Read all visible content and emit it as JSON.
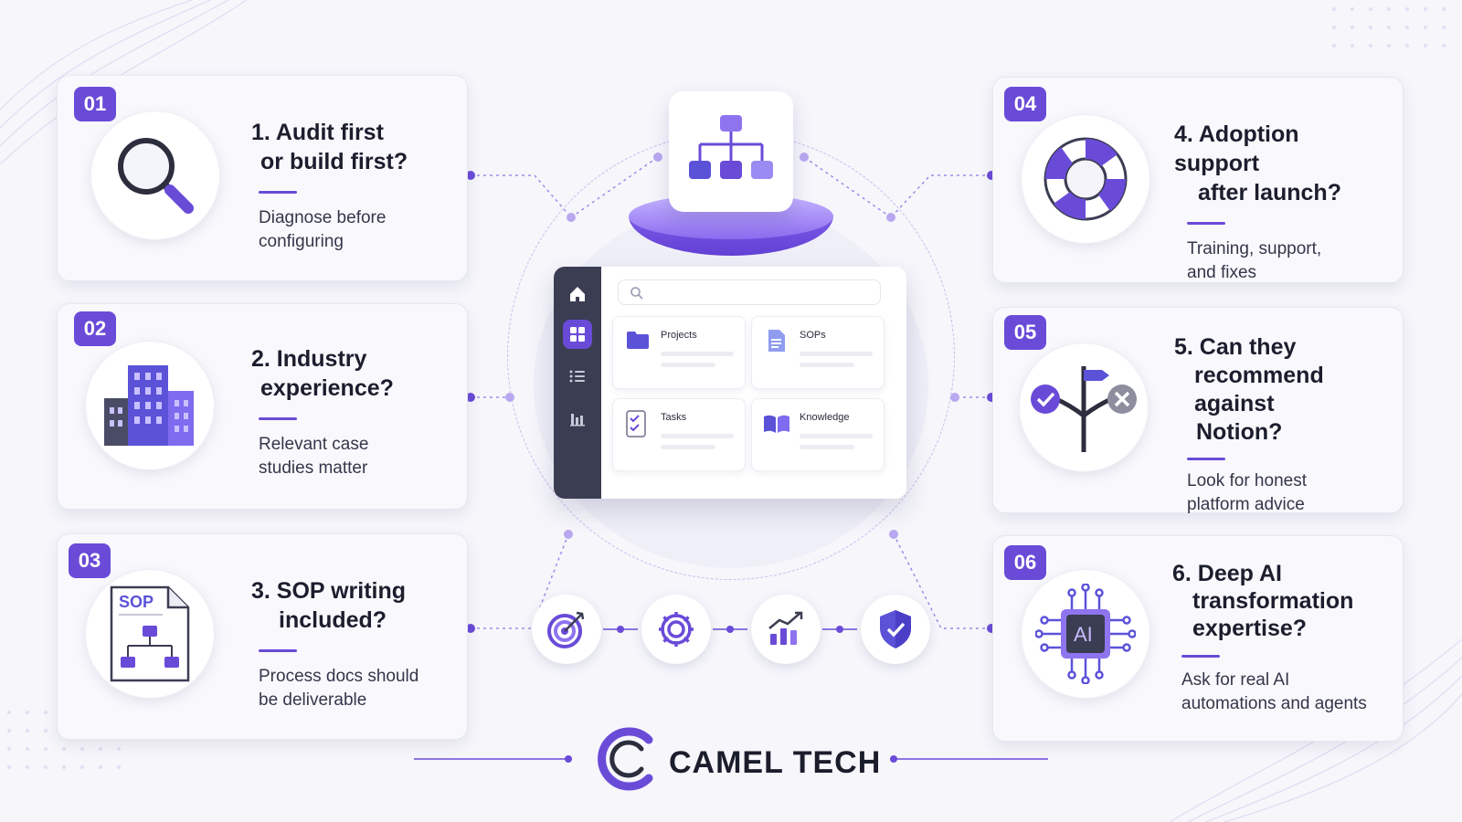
{
  "colors": {
    "accent": "#6a4bd8",
    "accent_light": "#8f74f0",
    "dark": "#3b3d52",
    "background": "#f6f6fb"
  },
  "cards": [
    {
      "badge": "01",
      "title_line1": "1. Audit first",
      "title_line2": "or build first?",
      "title_line3": "",
      "desc_line1": "Diagnose before",
      "desc_line2": "configuring",
      "icon": "magnifier-icon"
    },
    {
      "badge": "02",
      "title_line1": "2. Industry",
      "title_line2": "experience?",
      "title_line3": "",
      "desc_line1": "Relevant case",
      "desc_line2": "studies matter",
      "icon": "buildings-icon"
    },
    {
      "badge": "03",
      "title_line1": "3. SOP writing",
      "title_line2": "included?",
      "title_line3": "",
      "desc_line1": "Process docs should",
      "desc_line2": "be deliverable",
      "icon": "sop-document-icon"
    },
    {
      "badge": "04",
      "title_line1": "4. Adoption support",
      "title_line2": "after launch?",
      "title_line3": "",
      "desc_line1": "Training, support,",
      "desc_line2": "and fixes",
      "icon": "lifebuoy-icon"
    },
    {
      "badge": "05",
      "title_line1": "5. Can they",
      "title_line2": "recommend against",
      "title_line3": "Notion?",
      "desc_line1": "Look for honest",
      "desc_line2": "platform advice",
      "icon": "signpost-icon"
    },
    {
      "badge": "06",
      "title_line1": "6. Deep AI",
      "title_line2": "transformation",
      "title_line3": "expertise?",
      "desc_line1": "Ask for real AI",
      "desc_line2": "automations and agents",
      "icon": "ai-chip-icon"
    }
  ],
  "app": {
    "tiles": [
      "Projects",
      "SOPs",
      "Tasks",
      "Knowledge"
    ],
    "sidebar_icons": [
      "home-icon",
      "grid-icon",
      "list-icon",
      "bar-chart-icon"
    ]
  },
  "process_icons": [
    "target-icon",
    "gear-icon",
    "growth-chart-icon",
    "shield-check-icon"
  ],
  "brand": {
    "name": "CAMEL TECH"
  }
}
